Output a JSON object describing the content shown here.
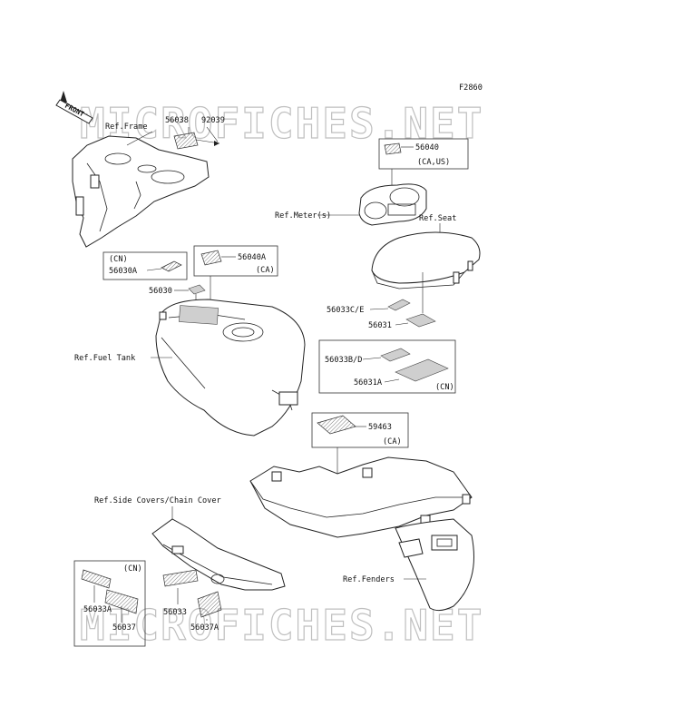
{
  "figure_id": "F2860",
  "watermark": "MICROFICHES.NET",
  "front_arrow": "FRONT",
  "refs": {
    "frame": "Ref.Frame",
    "meters": "Ref.Meter(s)",
    "seat": "Ref.Seat",
    "fuel_tank": "Ref.Fuel Tank",
    "side_covers": "Ref.Side Covers/Chain Cover",
    "fenders": "Ref.Fenders"
  },
  "parts": {
    "p56038": "56038",
    "p92039": "92039",
    "p56040": "56040",
    "ca_us": "(CA,US)",
    "cn1": "(CN)",
    "p56030A": "56030A",
    "p56040A": "56040A",
    "ca1": "(CA)",
    "p56030": "56030",
    "p56033CE": "56033C/E",
    "p56031": "56031",
    "p56033BD": "56033B/D",
    "p56031A": "56031A",
    "cn2": "(CN)",
    "p59463": "59463",
    "ca2": "(CA)",
    "cn3": "(CN)",
    "p56033A": "56033A",
    "p56037": "56037",
    "p56033": "56033",
    "p56037A": "56037A"
  }
}
